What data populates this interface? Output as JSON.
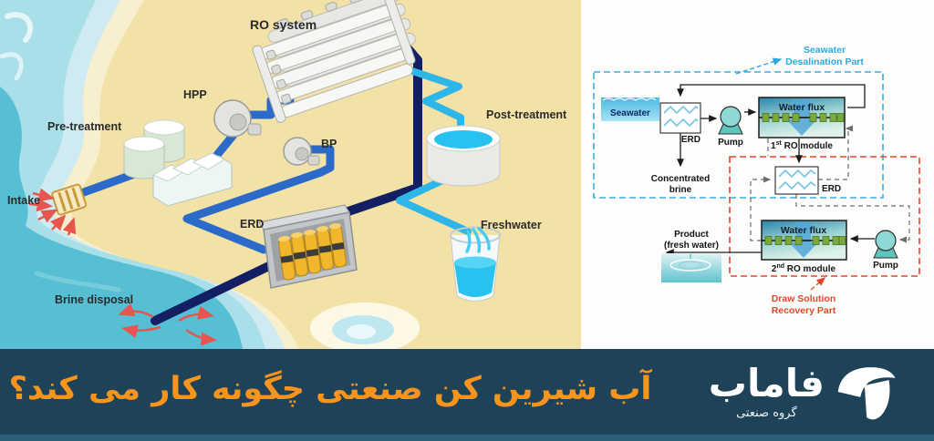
{
  "banner": {
    "title": "آب شیرین کن صنعتی چگونه کار می کند؟",
    "logo_text": "فاماب",
    "logo_subtitle": "گروه صنعتی",
    "bg_color": "#1e4257",
    "accent_color": "#f7941e"
  },
  "illustration": {
    "labels": {
      "intake": "Intake",
      "pre_treatment": "Pre-treatment",
      "hpp": "HPP",
      "ro_system": "RO system",
      "bp": "BP",
      "post_treatment": "Post-treatment",
      "erd": "ERD",
      "freshwater": "Freshwater",
      "brine_disposal": "Brine disposal"
    }
  },
  "schematic": {
    "part1_label_line1": "Seawater",
    "part1_label_line2": "Desalination Part",
    "seawater": "Seawater",
    "erd1": "ERD",
    "pump1": "Pump",
    "water_flux_1": "Water flux",
    "ro1_num": "1",
    "ro1_sup": "st",
    "ro1_rest": " RO module",
    "concentrated_line1": "Concentrated",
    "concentrated_line2": "brine",
    "erd2": "ERD",
    "water_flux_2": "Water flux",
    "ro2_num": "2",
    "ro2_sup": "nd",
    "ro2_rest": " RO module",
    "pump2": "Pump",
    "product_line1": "Product",
    "product_line2": "(fresh water)",
    "part2_label_line1": "Draw Solution",
    "part2_label_line2": "Recovery Part",
    "part1_color": "#2ea7e0",
    "part2_color": "#e8442a"
  }
}
